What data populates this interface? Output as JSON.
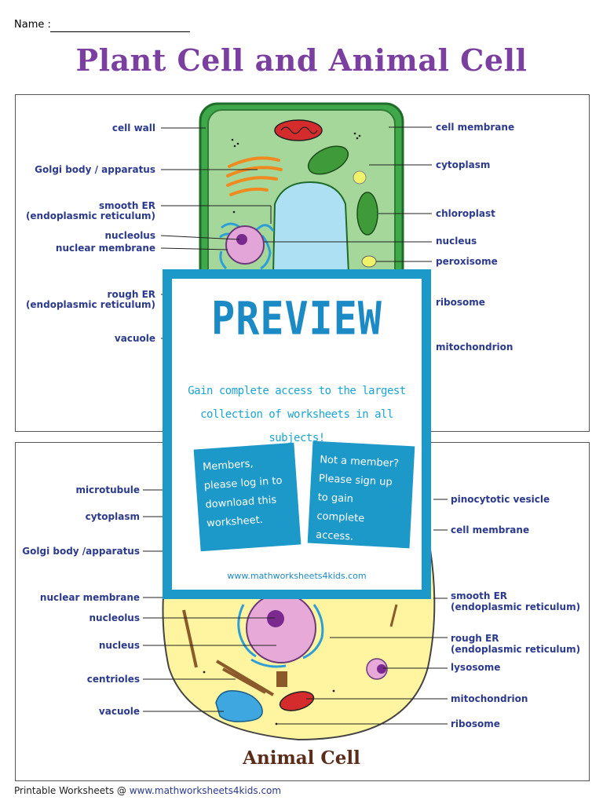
{
  "header": {
    "name_label": "Name :",
    "title": "Plant Cell and Animal Cell"
  },
  "plant": {
    "left_labels": [
      "cell wall",
      "Golgi body / apparatus",
      "smooth ER",
      "(endoplasmic reticulum)",
      "nucleolus",
      "nuclear membrane",
      "rough ER",
      "(endoplasmic reticulum)",
      "vacuole"
    ],
    "right_labels": [
      "cell membrane",
      "cytoplasm",
      "chloroplast",
      "nucleus",
      "peroxisome",
      "ribosome",
      "mitochondrion"
    ]
  },
  "animal": {
    "title": "Animal Cell",
    "left_labels": [
      "microtubule",
      "cytoplasm",
      "Golgi body /apparatus",
      "nuclear membrane",
      "nucleolus",
      "nucleus",
      "centrioles",
      "vacuole"
    ],
    "right_labels": [
      "pinocytotic vesicle",
      "cell membrane",
      "smooth ER",
      "(endoplasmic reticulum)",
      "rough ER",
      "(endoplasmic reticulum)",
      "lysosome",
      "mitochondrion",
      "ribosome"
    ]
  },
  "preview": {
    "title": "PREVIEW",
    "subtitle_line1": "Gain complete access to the largest",
    "subtitle_line2": "collection of worksheets in all subjects!",
    "members_text": "Members, please log in to download this worksheet.",
    "signup_text": "Not a member? Please sign up to gain complete access.",
    "url": "www.mathworksheets4kids.com"
  },
  "footer": {
    "prefix": "Printable Worksheets @",
    "link": "www.mathworksheets4kids.com"
  },
  "colors": {
    "title_purple": "#7b3fa0",
    "label_blue": "#2b3a8c",
    "preview_blue": "#1c98c9"
  }
}
